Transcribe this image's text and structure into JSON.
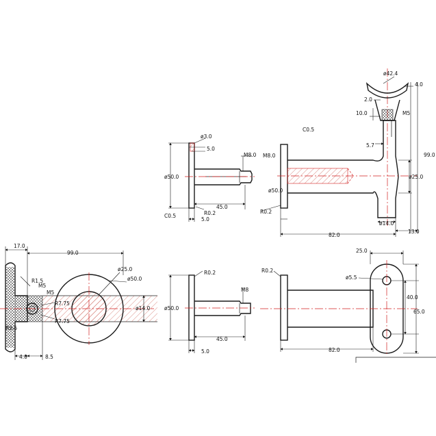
{
  "colors": {
    "line": "#1a1a1a",
    "centerline": "#d21e1e",
    "hatch": "#c0392b",
    "background": "#ffffff"
  },
  "labels": {
    "c05_top": "C0.5",
    "d3": "ø3.0",
    "d5": "5.0",
    "d50_a": "ø50.0",
    "d45_a": "45.0",
    "r02_a": "R0.2",
    "c05_a": "C0.5",
    "d5_bottom_a": "5.0",
    "m8_a": "M8.0",
    "d50_b": "ø50.0",
    "r02_b": "R0.2",
    "d82_a": "82.0",
    "d13": "13.0",
    "d14_a": "ø14.0",
    "d25_a": "ø25.0",
    "d57": "5.7",
    "d99_a": "99.0",
    "d424": "ø42.4",
    "d4_top": "4.0",
    "d2_top": "2.0",
    "d10_top": "10.0",
    "m5_top": "M5",
    "d17": "17.0",
    "d99_b": "99.0",
    "r15": "R1.5",
    "m5_s1": "M5",
    "m5_s2": "M5",
    "r775_a": "R7.75",
    "r775_b": "R7.75",
    "r25": "R2.5",
    "d4_bot": "4.0",
    "d85": "8.5",
    "d25_b": "ø25.0",
    "d50_c": "ø50.0",
    "d14_b": "ø14.0",
    "r02_c": "R0.2",
    "m8_b": "M8",
    "d50_d": "ø50.0",
    "d45_b": "45.0",
    "d5_bottom_b": "5.0",
    "r02_d": "R0.2",
    "d82_b": "82.0",
    "d25_c": "25.0",
    "d55": "ø5.5",
    "d40": "40.0",
    "d65": "65.0"
  }
}
